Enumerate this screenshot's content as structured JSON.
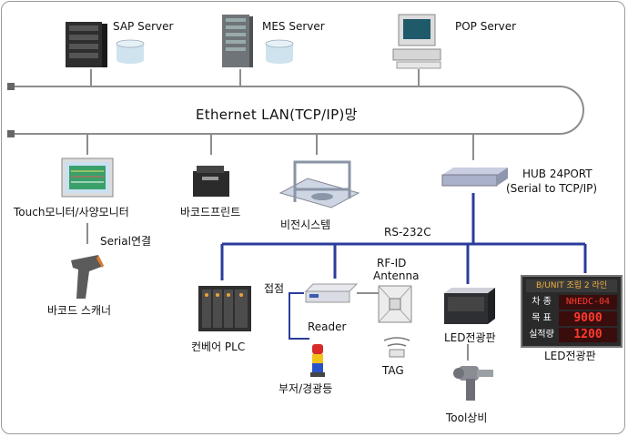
{
  "network": {
    "lan_label": "Ethernet LAN(TCP/IP)망",
    "serial_link_label": "RS-232C",
    "serial_connection_label": "Serial연결",
    "contact_label": "접점"
  },
  "servers": [
    {
      "id": "sap",
      "label": "SAP Server"
    },
    {
      "id": "mes",
      "label": "MES Server"
    },
    {
      "id": "pop",
      "label": "POP Server"
    }
  ],
  "lan_devices": {
    "touch_monitor": "Touch모니터/사양모니터",
    "barcode_printer": "바코드프린트",
    "vision_system": "비전시스템",
    "hub_line1": "HUB 24PORT",
    "hub_line2": "(Serial to TCP/IP)"
  },
  "field_devices": {
    "barcode_scanner": "바코드 스캐너",
    "conveyor_plc": "컨베어 PLC",
    "reader": "Reader",
    "buzzer_lamp": "부저/경광등",
    "rfid_line1": "RF-ID",
    "rfid_line2": "Antenna",
    "tag": "TAG",
    "led_board_1": "LED전광판",
    "led_board_2": "LED전광판",
    "tool": "Tool상비"
  },
  "led_display": {
    "header": "B/UNIT 조립 2 라인",
    "rows": [
      {
        "label": "차 종",
        "value": "NHEDC-04"
      },
      {
        "label": "목 표",
        "value": "9000"
      },
      {
        "label": "실적량",
        "value": "1200"
      }
    ]
  }
}
